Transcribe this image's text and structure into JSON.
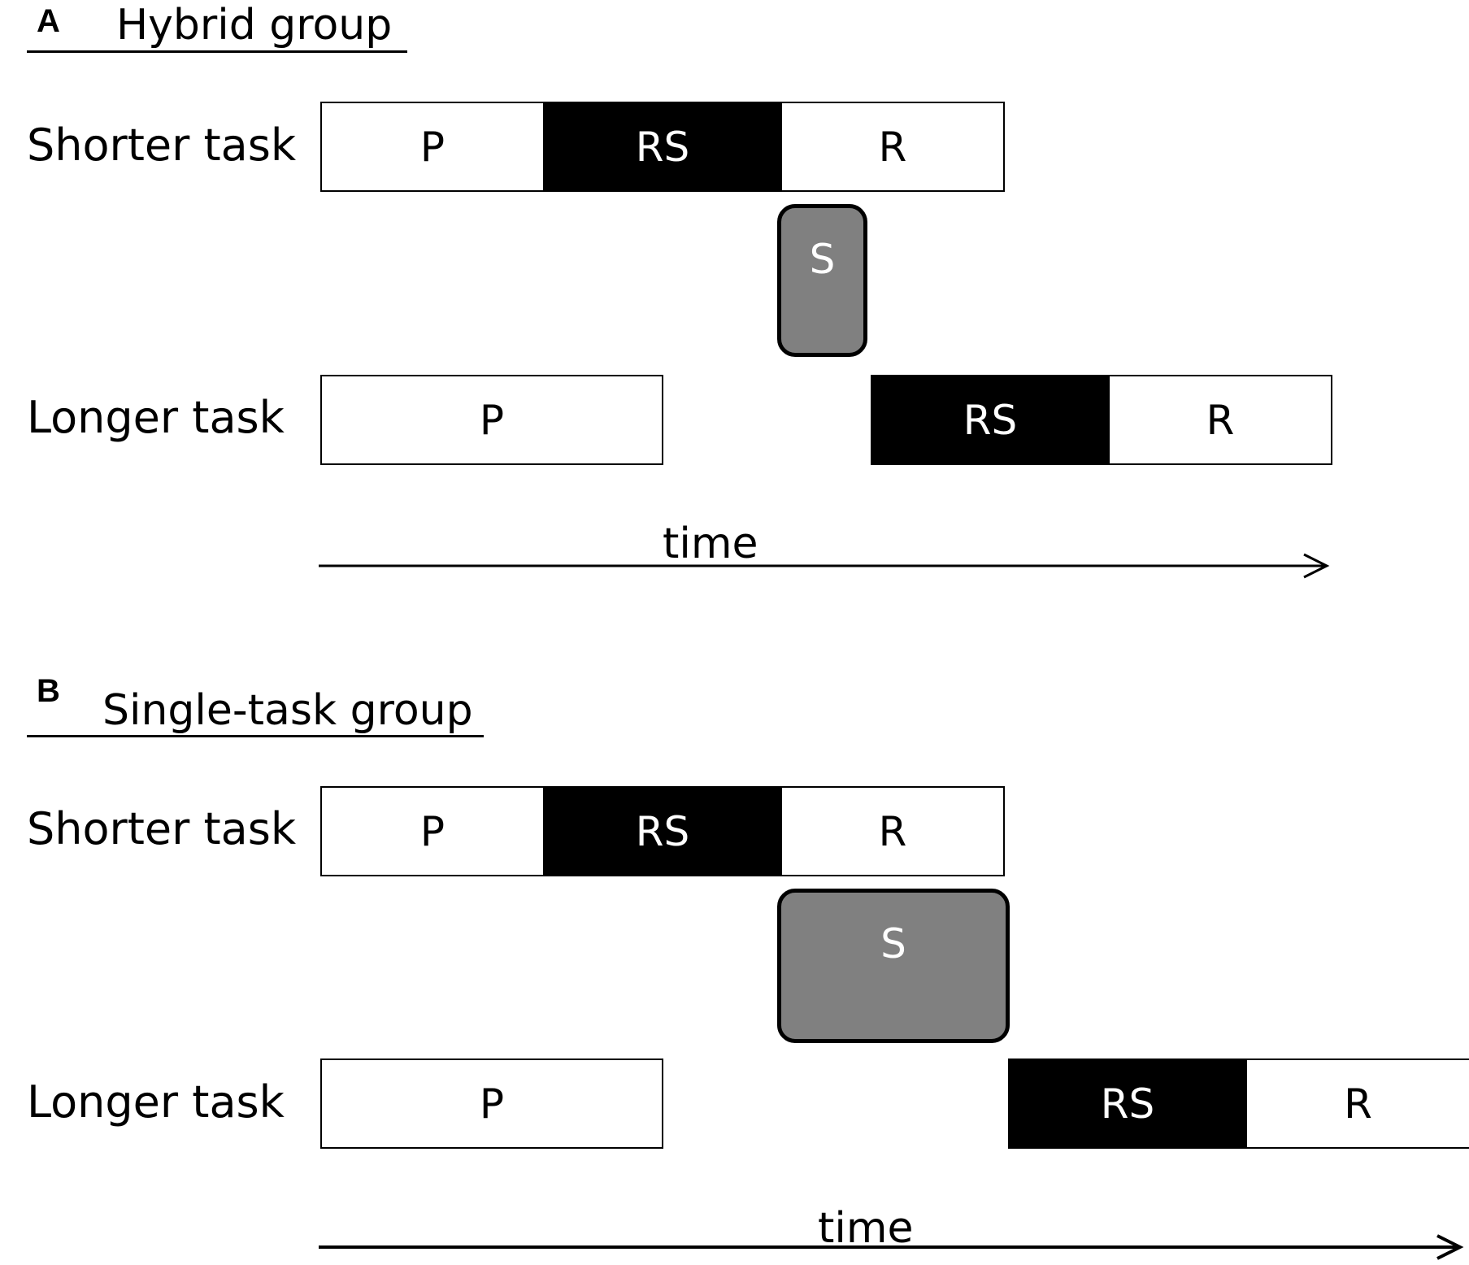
{
  "panels": [
    {
      "letter": "A",
      "title": "Hybrid group",
      "shorter_label": "Shorter task",
      "longer_label": "Longer task",
      "shorter_segments": [
        "P",
        "RS",
        "R"
      ],
      "switch_label": "S",
      "longer_segments": [
        "P",
        "RS",
        "R"
      ],
      "time_label": "time"
    },
    {
      "letter": "B",
      "title": "Single-task group",
      "shorter_label": "Shorter task",
      "longer_label": "Longer task",
      "shorter_segments": [
        "P",
        "RS",
        "R"
      ],
      "switch_label": "S",
      "longer_segments": [
        "P",
        "RS",
        "R"
      ],
      "time_label": "time"
    }
  ]
}
